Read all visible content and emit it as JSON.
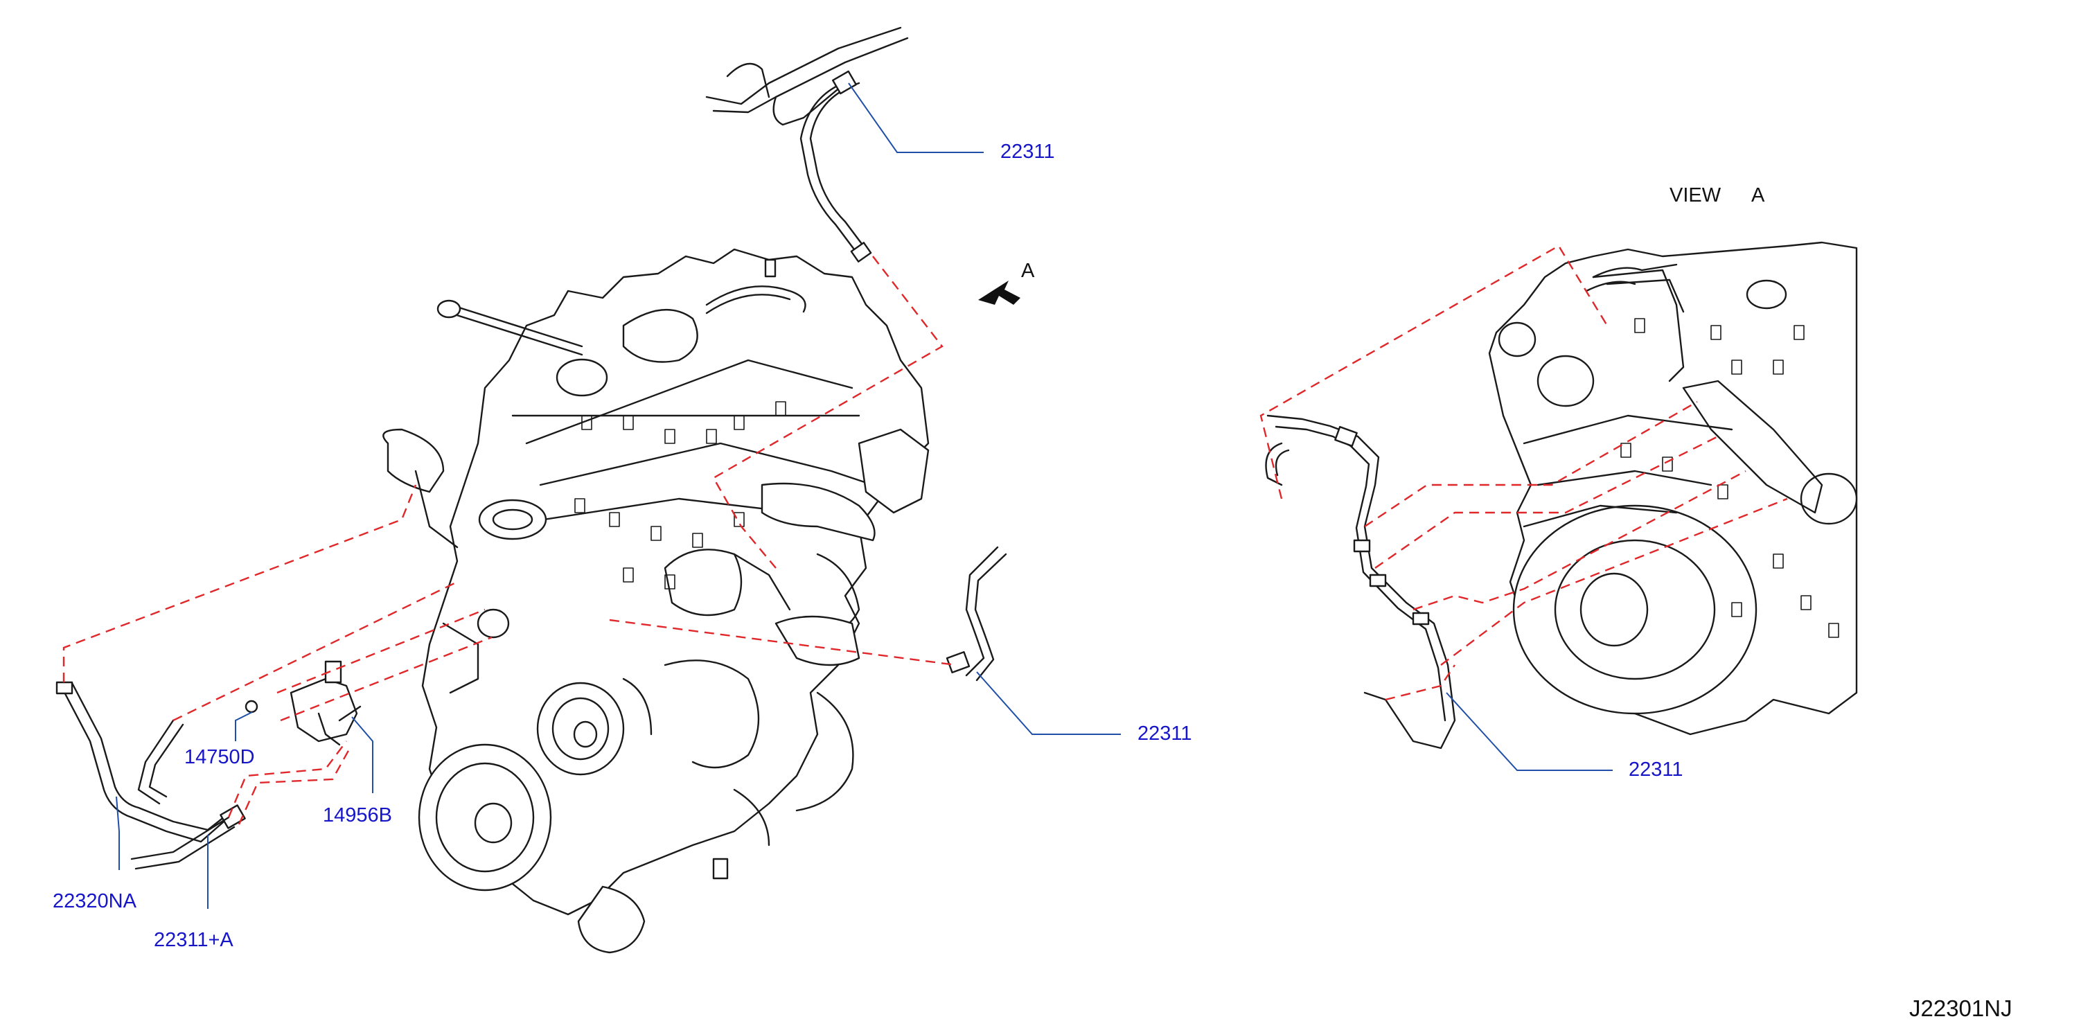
{
  "diagram": {
    "view_label": "VIEW",
    "view_letter": "A",
    "arrow_letter": "A",
    "drawing_code": "J22301NJ",
    "colors": {
      "callout": "#1616c8",
      "leader": "#1f4fa8",
      "hidden_line": "#e0272a",
      "ink": "#1a1a1a"
    },
    "callouts": {
      "top_hose": "22311",
      "right_hose": "22311",
      "view_hose": "22311",
      "bolt": "14750D",
      "valve": "14956B",
      "left_tube": "22320NA",
      "lower_hose": "22311+A"
    }
  }
}
